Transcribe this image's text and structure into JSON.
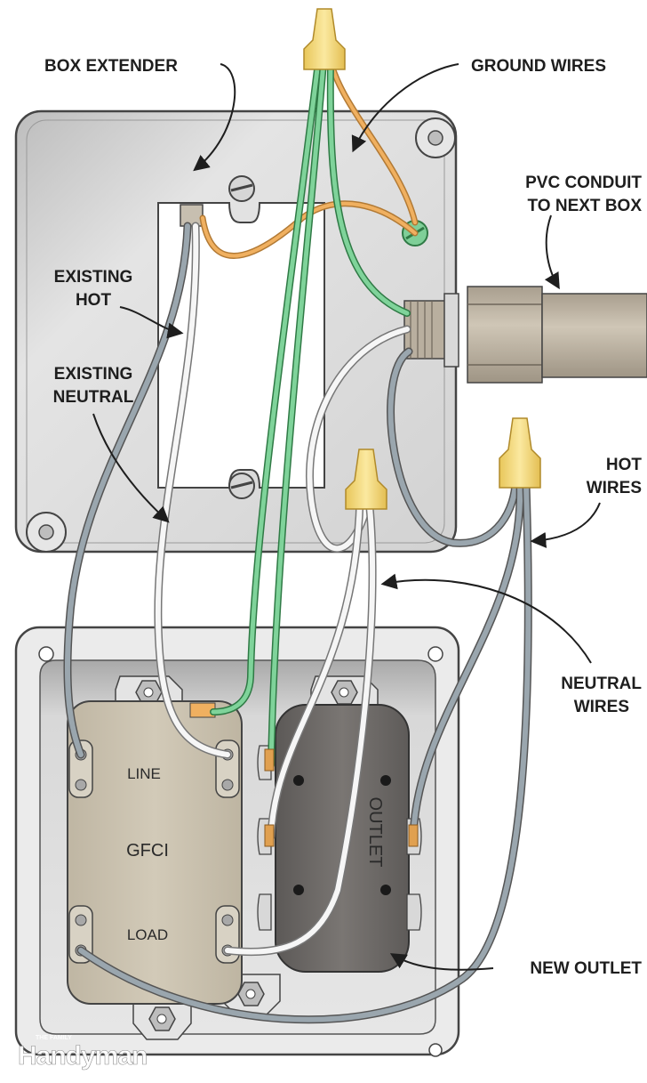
{
  "diagram": {
    "title": "GFCI outlet wiring with box extender and PVC conduit",
    "labels": {
      "box_extender": "BOX EXTENDER",
      "ground_wires": "GROUND WIRES",
      "pvc_conduit_line1": "PVC CONDUIT",
      "pvc_conduit_line2": "TO NEXT BOX",
      "existing_hot_line1": "EXISTING",
      "existing_hot_line2": "HOT",
      "existing_neutral_line1": "EXISTING",
      "existing_neutral_line2": "NEUTRAL",
      "hot_wires_line1": "HOT",
      "hot_wires_line2": "WIRES",
      "neutral_wires_line1": "NEUTRAL",
      "neutral_wires_line2": "WIRES",
      "new_outlet": "NEW OUTLET"
    },
    "devices": {
      "gfci_line": "LINE",
      "gfci_name": "GFCI",
      "gfci_load": "LOAD",
      "outlet_name": "OUTLET"
    },
    "branding": {
      "small": "THE FAMILY",
      "name": "Handyman"
    },
    "colors": {
      "box": "#dcdcdc",
      "box_edge": "#4a4a4a",
      "ground_green": "#5cbf7a",
      "bare_copper": "#f0b060",
      "hot_gray": "#9aa6ae",
      "neutral_white": "#f6f6f6",
      "wire_nut": "#f3d67a",
      "gfci_body": "#c9c0ad",
      "outlet_body": "#6b6866",
      "conduit": "#bfb6a6"
    }
  }
}
